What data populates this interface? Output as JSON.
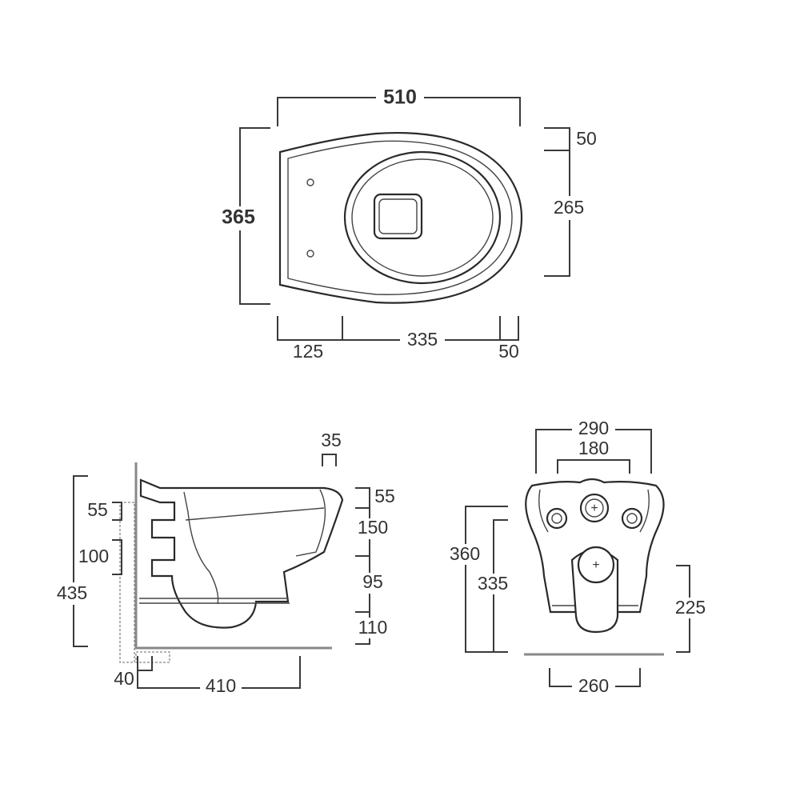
{
  "top_view": {
    "width_total": "510",
    "depth_total": "365",
    "right_top": "50",
    "right_main": "265",
    "bottom_left": "125",
    "bottom_mid": "335",
    "bottom_right": "50"
  },
  "side_view": {
    "top_small": "35",
    "right_1": "55",
    "right_2": "150",
    "right_3": "95",
    "right_4": "110",
    "left_1": "55",
    "left_2": "100",
    "left_total": "435",
    "bottom_left": "40",
    "bottom_depth": "410"
  },
  "front_view": {
    "top_outer": "290",
    "top_inner": "180",
    "left_outer": "360",
    "left_inner": "335",
    "right": "225",
    "bottom": "260"
  }
}
